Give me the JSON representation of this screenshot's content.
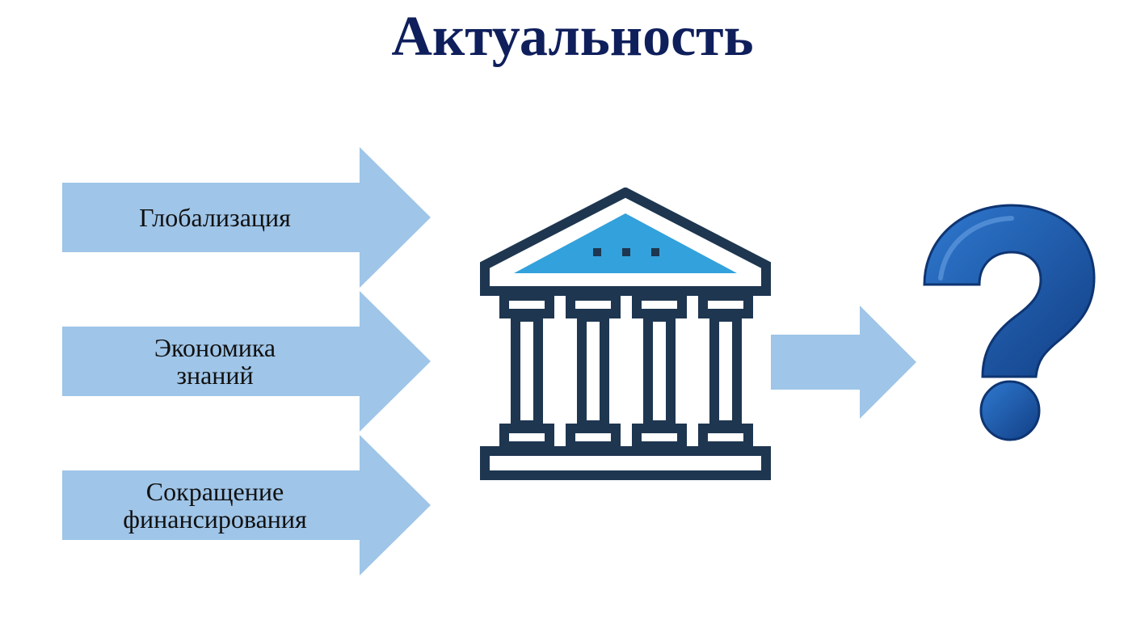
{
  "slide": {
    "title": "Актуальность"
  },
  "inputs": [
    {
      "line1": "Глобализация",
      "line2": ""
    },
    {
      "line1": "Экономика",
      "line2": "знаний"
    },
    {
      "line1": "Сокращение",
      "line2": "финансирования"
    }
  ],
  "icons": {
    "center": "university-building-icon",
    "result": "question-mark-icon"
  },
  "colors": {
    "title": "#0f1f5c",
    "arrow_fill": "#9fc5e8",
    "building_stroke": "#1e3650",
    "building_roof": "#32a1dc",
    "question_light": "#2f79d0",
    "question_dark": "#123f85"
  }
}
